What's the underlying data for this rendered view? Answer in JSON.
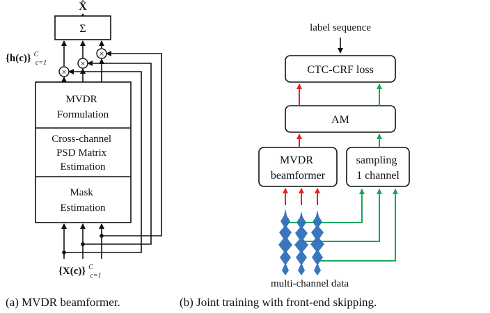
{
  "panel_a": {
    "output_symbol": "X̂",
    "sum_symbol": "Σ",
    "weights_label_main": "{h(c)}",
    "weights_label_sup": "C",
    "weights_label_sub": "c=1",
    "input_label_main": "{X(c)}",
    "input_label_sup": "C",
    "input_label_sub": "c=1",
    "multiply_symbol": "×",
    "blocks": [
      {
        "lines": [
          "MVDR",
          "Formulation"
        ]
      },
      {
        "lines": [
          "Cross-channel",
          "PSD Matrix",
          "Estimation"
        ]
      },
      {
        "lines": [
          "Mask",
          "Estimation"
        ]
      }
    ],
    "caption": "(a) MVDR beamformer."
  },
  "panel_b": {
    "top_label": "label sequence",
    "loss_box": "CTC-CRF loss",
    "am_box": "AM",
    "mvdr_box": [
      "MVDR",
      "beamformer"
    ],
    "sampling_box": [
      "sampling",
      "1 channel"
    ],
    "data_label": "multi-channel data",
    "caption": "(b) Joint training with front-end skipping.",
    "colors": {
      "beamformer_path": "#e8211d",
      "skip_path": "#19a85a",
      "waveform": "#2f6fb8"
    }
  }
}
